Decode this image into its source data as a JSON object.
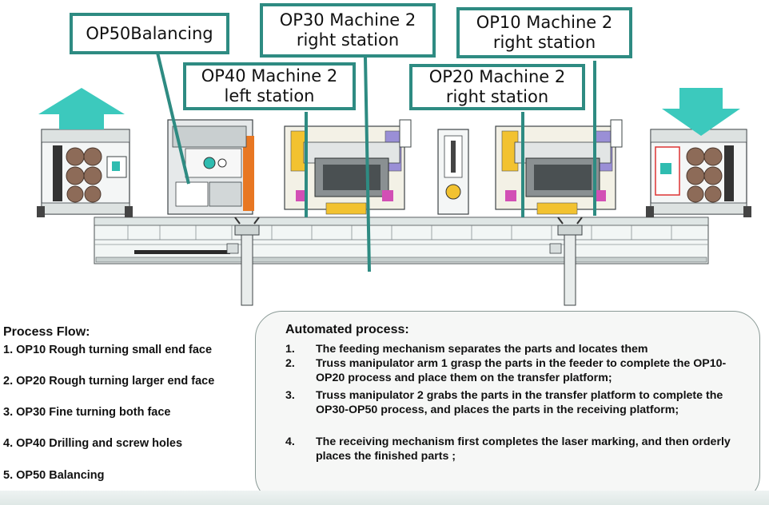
{
  "labels": {
    "op50": [
      "OP50Balancing"
    ],
    "op40": [
      "OP40 Machine 2",
      "left station"
    ],
    "op30": [
      "OP30 Machine 2",
      "right station"
    ],
    "op20": [
      "OP20 Machine 2",
      "right station"
    ],
    "op10": [
      "OP10 Machine 2",
      "right station"
    ]
  },
  "process_flow": {
    "title": "Process Flow:",
    "items": [
      "1. OP10 Rough turning small end face",
      "2. OP20 Rough turning larger end face",
      "3. OP30 Fine turning both face",
      "4. OP40 Drilling and screw holes",
      "5. OP50 Balancing"
    ]
  },
  "automated_process": {
    "title": "Automated process:",
    "steps": [
      {
        "num": "1.",
        "text": "The feeding mechanism separates the parts and locates them"
      },
      {
        "num": "2.",
        "text": "Truss manipulator arm 1 grasp the parts in the feeder to complete the OP10-OP20 process and place them on the transfer platform;"
      },
      {
        "num": "3.",
        "text": "Truss manipulator 2 grabs the parts in the transfer platform to complete the OP30-OP50 process, and places the parts in the receiving platform;"
      },
      {
        "num": "4.",
        "text": "The receiving mechanism first completes the laser marking, and then orderly places the finished parts ;"
      }
    ]
  },
  "colors": {
    "callout": "#2e8b82",
    "arrow": "#3cc9bd",
    "frame": "#6c7375",
    "orange": "#e87722",
    "purple": "#9a8fd6",
    "yellow": "#f2c230",
    "magenta": "#d24fb5",
    "brown": "#8d6b58"
  }
}
